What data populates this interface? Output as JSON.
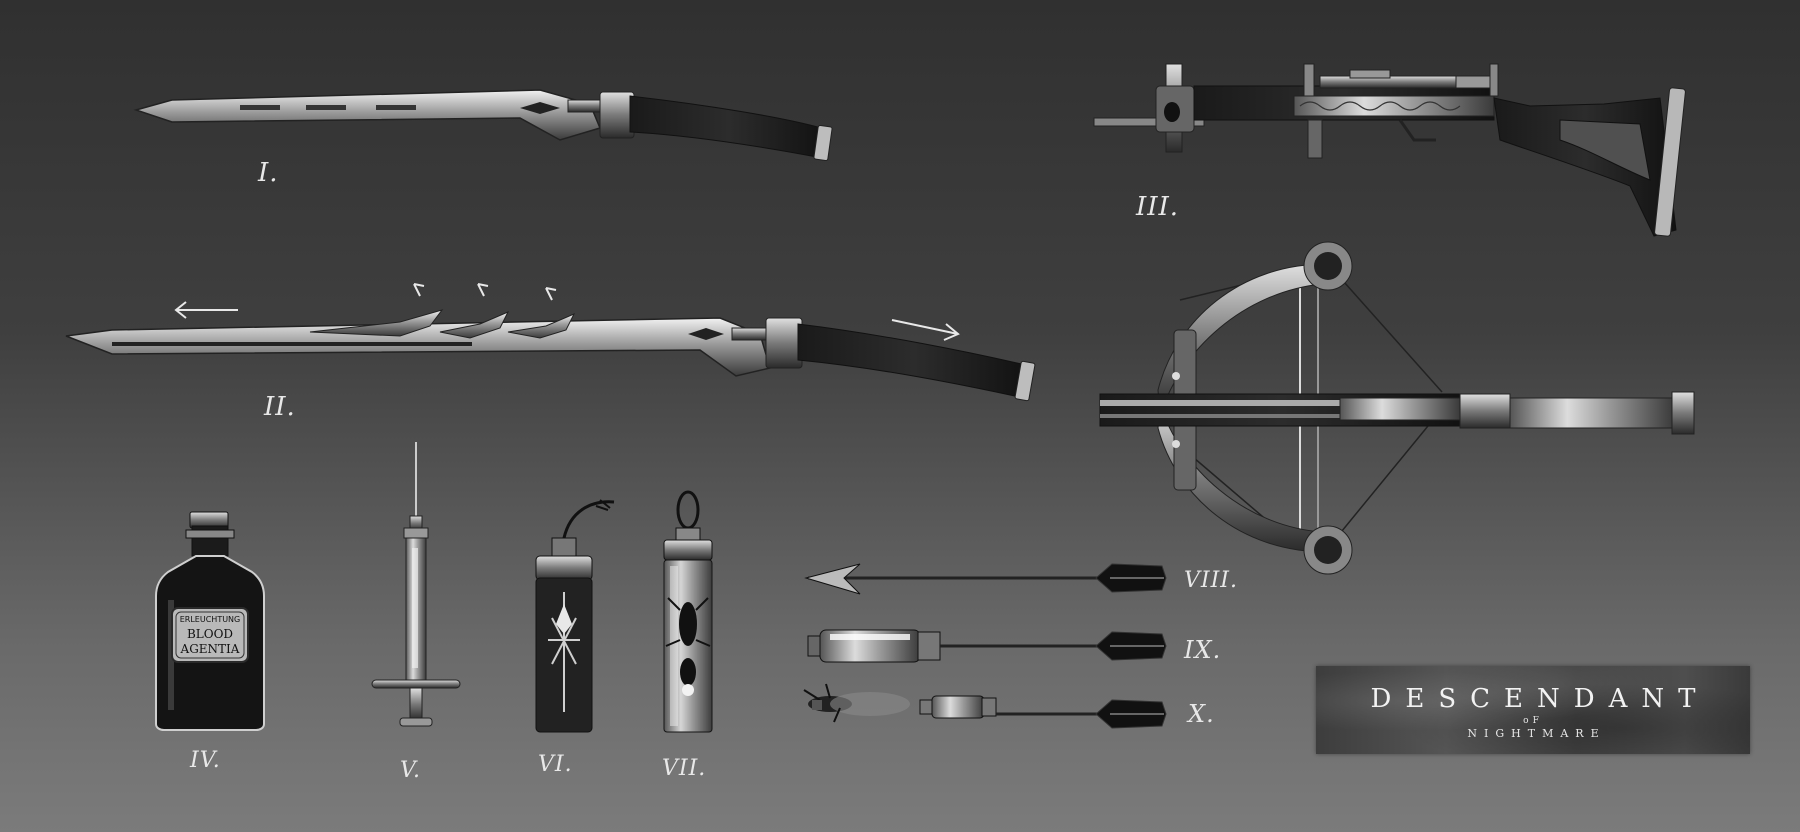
{
  "labels": {
    "i": "I.",
    "ii": "II.",
    "iii": "III.",
    "iv": "IV.",
    "v": "V.",
    "vi": "VI.",
    "vii": "VII.",
    "viii": "VIII.",
    "ix": "IX.",
    "x": "X."
  },
  "bottle": {
    "small_label": "ERLEUCHTUNG",
    "line1": "BLOOD",
    "line2": "AGENTIA"
  },
  "logo": {
    "title": "DESCENDANT",
    "of": "oF",
    "subtitle": "NIGHTMARE"
  }
}
